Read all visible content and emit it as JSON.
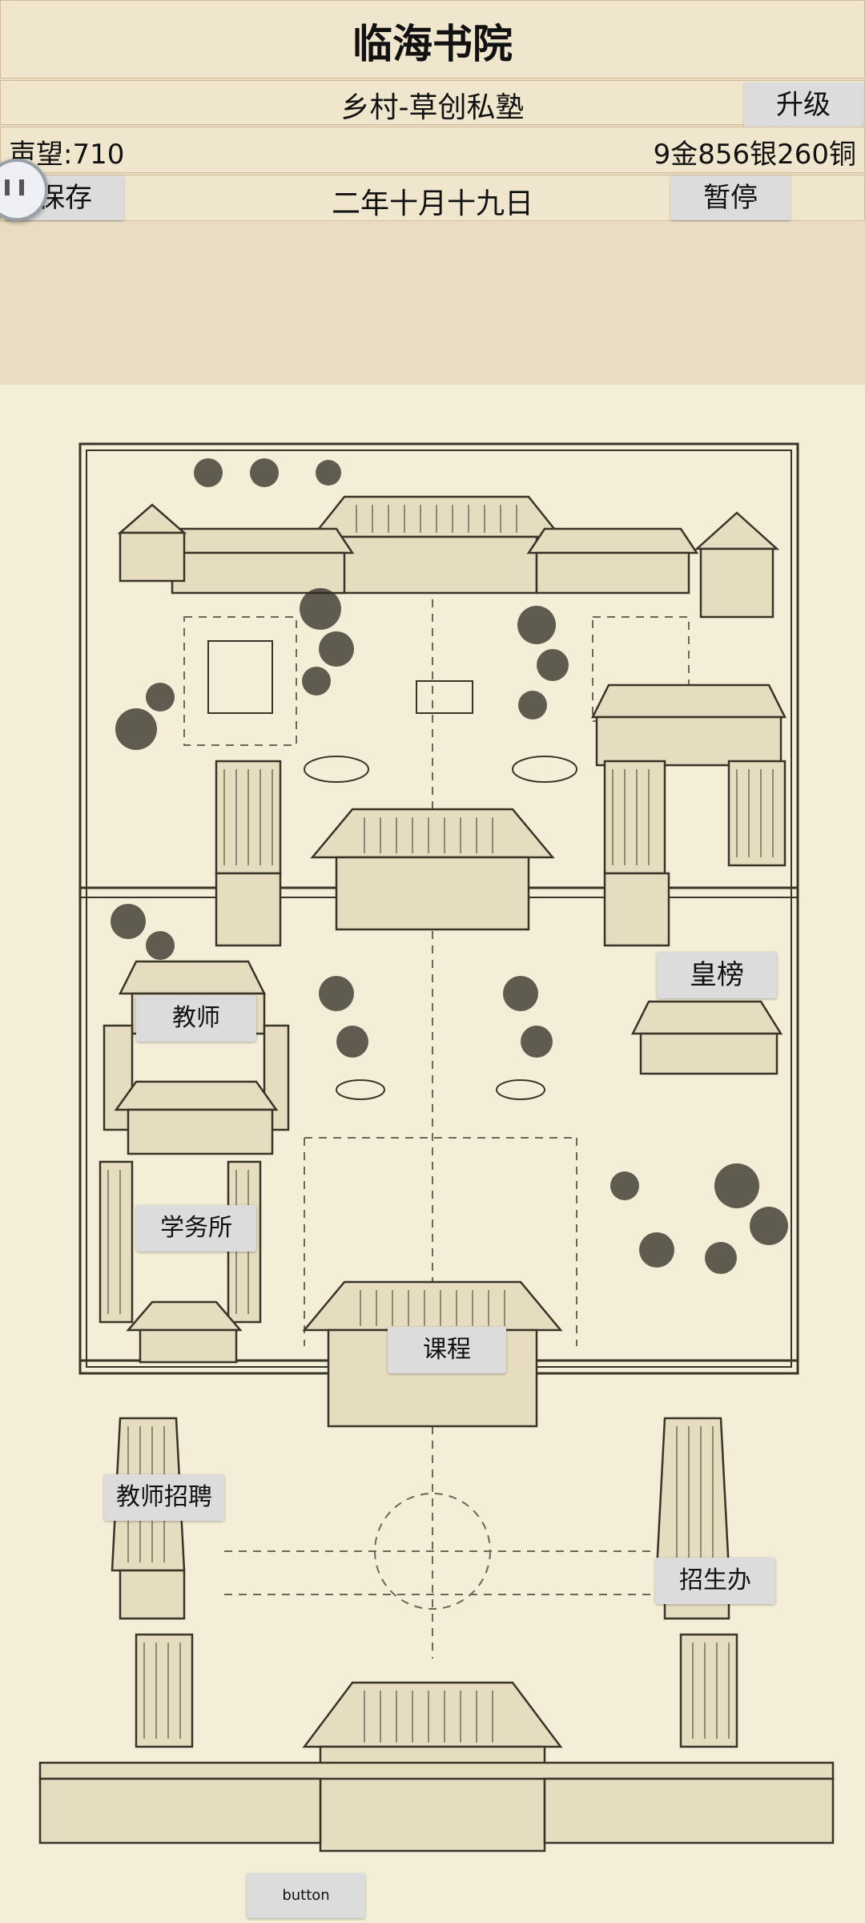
{
  "header": {
    "title": "临海书院",
    "rank": "乡村-草创私塾",
    "upgrade_label": "升级",
    "reputation": "声望:710",
    "money": "9金856银260铜",
    "save_label": "保存",
    "date": "二年十月十九日",
    "pause_label": "暂停"
  },
  "map": {
    "buttons": {
      "huangbang": "皇榜",
      "teacher": "教师",
      "affairs": "学务所",
      "course": "课程",
      "recruit_teacher": "教师招聘",
      "admissions": "招生办",
      "generic": "button"
    }
  },
  "icons": {
    "floating": "floating-assistant-icon"
  },
  "colors": {
    "panel": "#f0e5cd",
    "button": "#dcdcdc",
    "map_paper": "#f4eed8",
    "ink": "#3a3328"
  }
}
